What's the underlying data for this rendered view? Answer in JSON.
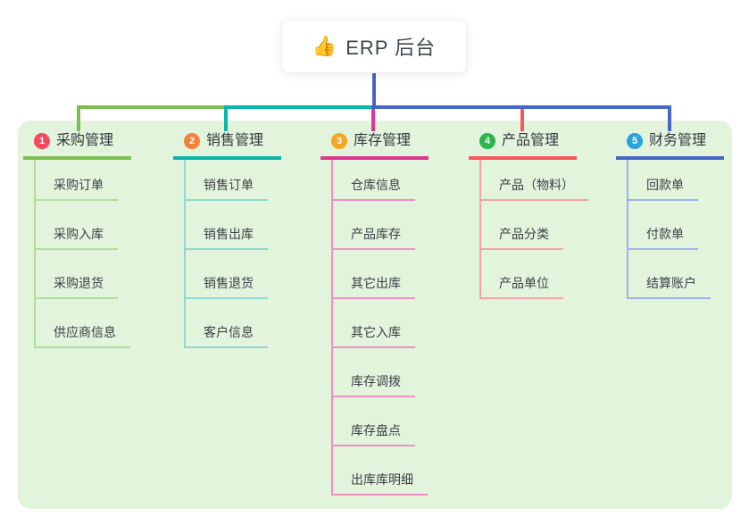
{
  "root": {
    "icon": "👍",
    "label": "ERP 后台"
  },
  "colors": {
    "panel_bg": "#e3f4dd",
    "root_stem": "#4961c9"
  },
  "branches": [
    {
      "num": "1",
      "label": "采购管理",
      "badge_color": "#f4485f",
      "line_color": "#7cbe4f",
      "child_line_color": "#b2db9e",
      "children": [
        "采购订单",
        "采购入库",
        "采购退货",
        "供应商信息"
      ]
    },
    {
      "num": "2",
      "label": "销售管理",
      "badge_color": "#f5803a",
      "line_color": "#0ab6ac",
      "child_line_color": "#8fd8d1",
      "children": [
        "销售订单",
        "销售出库",
        "销售退货",
        "客户信息"
      ]
    },
    {
      "num": "3",
      "label": "库存管理",
      "badge_color": "#f6a623",
      "line_color": "#dd3590",
      "child_line_color": "#f08fc4",
      "children": [
        "仓库信息",
        "产品库存",
        "其它出库",
        "其它入库",
        "库存调拨",
        "库存盘点",
        "出库库明细"
      ]
    },
    {
      "num": "4",
      "label": "产品管理",
      "badge_color": "#2fb44e",
      "line_color": "#f9555c",
      "child_line_color": "#f9a2a6",
      "children": [
        "产品（物料）",
        "产品分类",
        "产品单位"
      ]
    },
    {
      "num": "5",
      "label": "财务管理",
      "badge_color": "#2aa2db",
      "line_color": "#4767c8",
      "child_line_color": "#9fb3e8",
      "children": [
        "回款单",
        "付款单",
        "结算账户"
      ]
    }
  ]
}
